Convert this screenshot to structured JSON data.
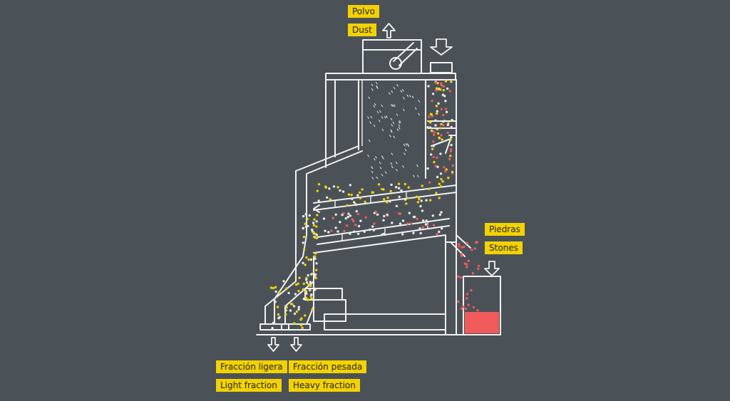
{
  "labels": {
    "dust_es": "Polvo",
    "dust_en": "Dust",
    "stones_es": "Piedras",
    "stones_en": "Stones",
    "light_es": "Fracción ligera",
    "light_en": "Light fraction",
    "heavy_es": "Fracción pesada",
    "heavy_en": "Heavy fraction"
  },
  "colors": {
    "background": "#4b5257",
    "label_bg": "#f3d200",
    "line": "#f2f2f2",
    "yellow_grain": "#f3d200",
    "red_grain": "#f05a5a",
    "white_grain": "#e8e8e8"
  },
  "icons": [
    "arrow-up-icon",
    "arrow-down-icon"
  ]
}
